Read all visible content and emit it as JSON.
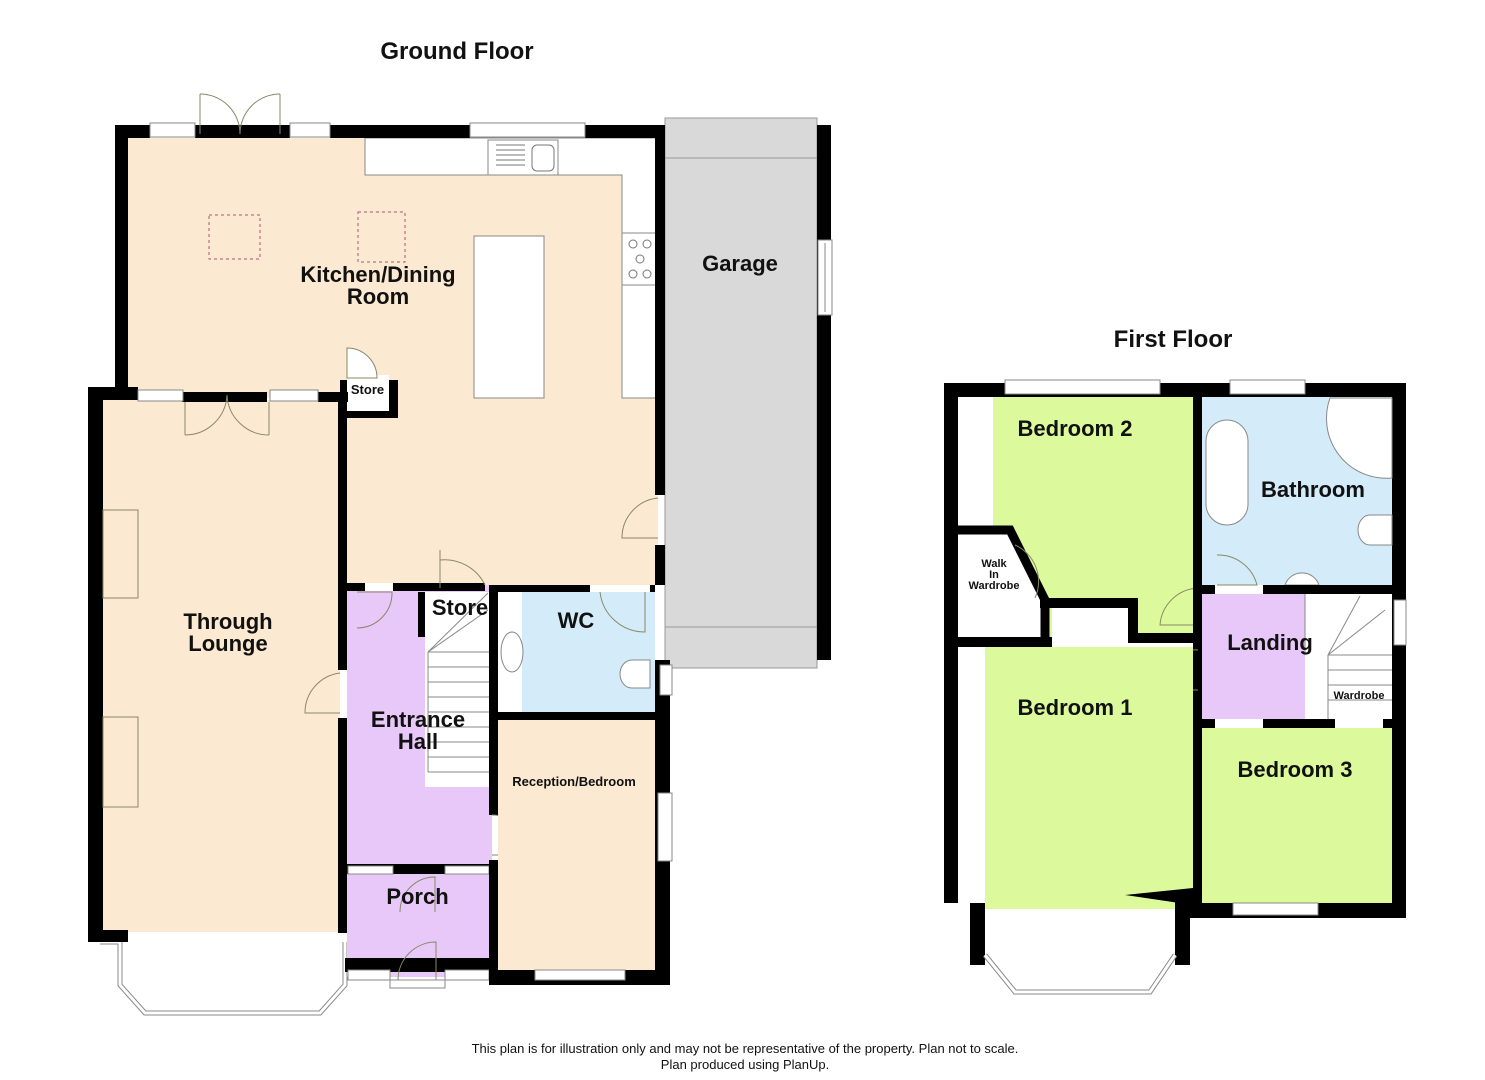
{
  "titles": {
    "ground_floor": "Ground Floor",
    "first_floor": "First Floor"
  },
  "colors": {
    "wall": "#000000",
    "cream_room": "#fce9d1",
    "purple_room": "#e8c8f8",
    "blue_room": "#d4ebfa",
    "green_room": "#dcfa9c",
    "garage": "#d9d9d9"
  },
  "ground_floor": {
    "rooms": [
      {
        "id": "kitchen",
        "label": "Kitchen/Dining\nRoom"
      },
      {
        "id": "garage",
        "label": "Garage"
      },
      {
        "id": "store_kitchen",
        "label": "Store"
      },
      {
        "id": "through_lounge",
        "label": "Through\nLounge"
      },
      {
        "id": "store_hall",
        "label": "Store"
      },
      {
        "id": "wc",
        "label": "WC"
      },
      {
        "id": "entrance_hall",
        "label": "Entrance\nHall"
      },
      {
        "id": "reception_bedroom",
        "label": "Reception/Bedroom"
      },
      {
        "id": "porch",
        "label": "Porch"
      }
    ]
  },
  "first_floor": {
    "rooms": [
      {
        "id": "bedroom2",
        "label": "Bedroom 2"
      },
      {
        "id": "bathroom",
        "label": "Bathroom"
      },
      {
        "id": "walk_in_wardrobe",
        "label": "Walk\nIn\nWardrobe"
      },
      {
        "id": "landing",
        "label": "Landing"
      },
      {
        "id": "bedroom1",
        "label": "Bedroom 1"
      },
      {
        "id": "wardrobe",
        "label": "Wardrobe"
      },
      {
        "id": "bedroom3",
        "label": "Bedroom 3"
      }
    ]
  },
  "footer": {
    "line1": "This plan is for illustration only and may not be representative of the property. Plan not to scale.",
    "line2": "Plan produced using PlanUp."
  }
}
